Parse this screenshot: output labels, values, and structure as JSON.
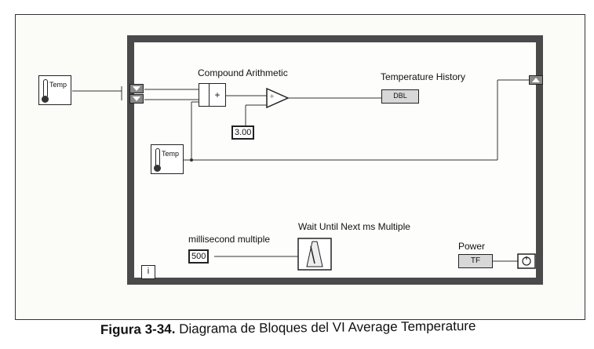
{
  "labels": {
    "compound_arithmetic": "Compound Arithmetic",
    "temperature_history": "Temperature History",
    "millisecond_multiple": "millisecond multiple",
    "wait_until_next": "Wait Until Next ms Multiple",
    "power": "Power"
  },
  "icons": {
    "temp_outer": "Temp",
    "temp_inner": "Temp",
    "add_symbol": "+",
    "divide_symbol": "÷",
    "history_indicator": "DBL",
    "power_indicator": "TF",
    "iteration": "i"
  },
  "constants": {
    "divisor": "3.00",
    "ms_value": "500"
  },
  "caption": {
    "prefix": "Figura 3-34.",
    "text": "Diagrama de Bloques del VI Average Temperature"
  }
}
